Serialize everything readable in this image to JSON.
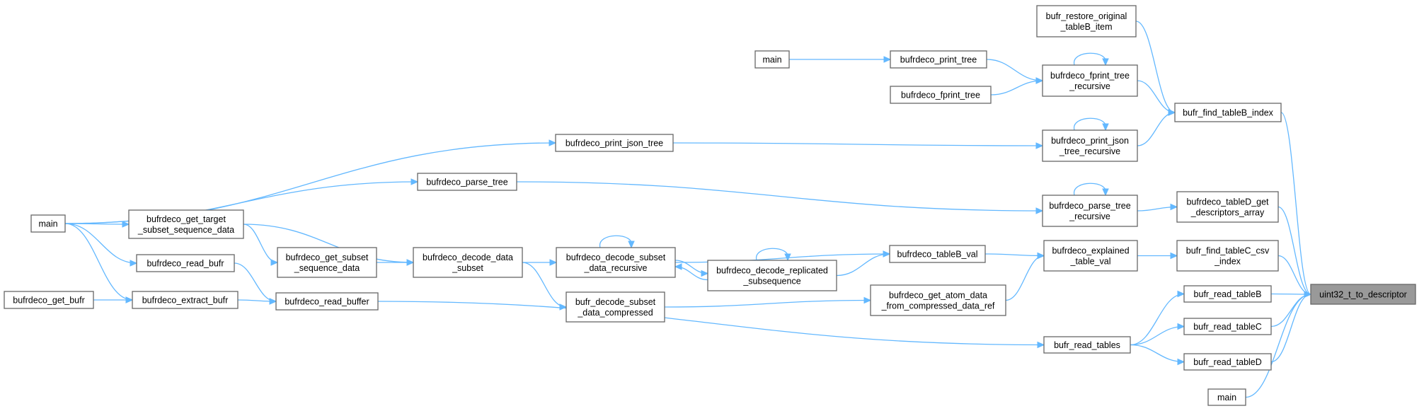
{
  "graph": {
    "colors": {
      "edge": "#63b8ff",
      "node_border": "#666666",
      "root_fill": "#999999",
      "node_fill": "#ffffff"
    },
    "nodes": {
      "root": {
        "lines": [
          "uint32_t_to_descriptor"
        ]
      },
      "restore": {
        "lines": [
          "bufr_restore_original",
          "_tableB_item"
        ]
      },
      "main_top": {
        "lines": [
          "main"
        ]
      },
      "print_tree": {
        "lines": [
          "bufrdeco_print_tree"
        ]
      },
      "fprint_tree": {
        "lines": [
          "bufrdeco_fprint_tree"
        ]
      },
      "fprint_tree_rec": {
        "lines": [
          "bufrdeco_fprint_tree",
          "_recursive"
        ]
      },
      "find_tableB": {
        "lines": [
          "bufr_find_tableB_index"
        ]
      },
      "print_json": {
        "lines": [
          "bufrdeco_print_json_tree"
        ]
      },
      "print_json_rec": {
        "lines": [
          "bufrdeco_print_json",
          "_tree_recursive"
        ]
      },
      "parse_tree": {
        "lines": [
          "bufrdeco_parse_tree"
        ]
      },
      "parse_tree_rec": {
        "lines": [
          "bufrdeco_parse_tree",
          "_recursive"
        ]
      },
      "tableD_get": {
        "lines": [
          "bufrdeco_tableD_get",
          "_descriptors_array"
        ]
      },
      "main_left": {
        "lines": [
          "main"
        ]
      },
      "get_target": {
        "lines": [
          "bufrdeco_get_target",
          "_subset_sequence_data"
        ]
      },
      "decode_subset_rec": {
        "lines": [
          "bufrdeco_decode_subset",
          "_data_recursive"
        ]
      },
      "tableB_val": {
        "lines": [
          "bufrdeco_tableB_val"
        ]
      },
      "explained": {
        "lines": [
          "bufrdeco_explained",
          "_table_val"
        ]
      },
      "find_tableC": {
        "lines": [
          "bufr_find_tableC_csv",
          "_index"
        ]
      },
      "get_subset": {
        "lines": [
          "bufrdeco_get_subset",
          "_sequence_data"
        ]
      },
      "decode_data": {
        "lines": [
          "bufrdeco_decode_data",
          "_subset"
        ]
      },
      "decode_repl": {
        "lines": [
          "bufrdeco_decode_replicated",
          "_subsequence"
        ]
      },
      "read_bufr": {
        "lines": [
          "bufrdeco_read_bufr"
        ]
      },
      "get_bufr": {
        "lines": [
          "bufrdeco_get_bufr"
        ]
      },
      "extract_bufr": {
        "lines": [
          "bufrdeco_extract_bufr"
        ]
      },
      "read_buffer": {
        "lines": [
          "bufrdeco_read_buffer"
        ]
      },
      "decode_compressed": {
        "lines": [
          "bufr_decode_subset",
          "_data_compressed"
        ]
      },
      "get_atom": {
        "lines": [
          "bufrdeco_get_atom_data",
          "_from_compressed_data_ref"
        ]
      },
      "read_tableB": {
        "lines": [
          "bufr_read_tableB"
        ]
      },
      "read_tableC": {
        "lines": [
          "bufr_read_tableC"
        ]
      },
      "read_tables": {
        "lines": [
          "bufr_read_tables"
        ]
      },
      "read_tableD": {
        "lines": [
          "bufr_read_tableD"
        ]
      },
      "main_bottom": {
        "lines": [
          "main"
        ]
      }
    },
    "edges": [
      [
        "restore",
        "find_tableB"
      ],
      [
        "main_top",
        "print_tree"
      ],
      [
        "print_tree",
        "fprint_tree_rec"
      ],
      [
        "fprint_tree",
        "fprint_tree_rec"
      ],
      [
        "fprint_tree_rec",
        "fprint_tree_rec"
      ],
      [
        "fprint_tree_rec",
        "find_tableB"
      ],
      [
        "main_left",
        "print_json"
      ],
      [
        "print_json",
        "print_json_rec"
      ],
      [
        "print_json_rec",
        "print_json_rec"
      ],
      [
        "print_json_rec",
        "find_tableB"
      ],
      [
        "main_left",
        "parse_tree"
      ],
      [
        "parse_tree",
        "parse_tree_rec"
      ],
      [
        "parse_tree_rec",
        "parse_tree_rec"
      ],
      [
        "parse_tree_rec",
        "tableD_get"
      ],
      [
        "main_left",
        "get_target"
      ],
      [
        "get_target",
        "get_subset"
      ],
      [
        "get_target",
        "decode_data"
      ],
      [
        "get_subset",
        "decode_data"
      ],
      [
        "decode_data",
        "decode_subset_rec"
      ],
      [
        "decode_data",
        "decode_compressed"
      ],
      [
        "decode_subset_rec",
        "decode_subset_rec"
      ],
      [
        "decode_subset_rec",
        "decode_repl"
      ],
      [
        "decode_repl",
        "decode_subset_rec"
      ],
      [
        "decode_repl",
        "decode_repl"
      ],
      [
        "decode_subset_rec",
        "tableB_val"
      ],
      [
        "decode_repl",
        "tableB_val"
      ],
      [
        "tableB_val",
        "explained"
      ],
      [
        "decode_compressed",
        "get_atom"
      ],
      [
        "get_atom",
        "explained"
      ],
      [
        "explained",
        "find_tableC"
      ],
      [
        "main_left",
        "read_bufr"
      ],
      [
        "main_left",
        "extract_bufr"
      ],
      [
        "get_bufr",
        "extract_bufr"
      ],
      [
        "extract_bufr",
        "read_buffer"
      ],
      [
        "read_bufr",
        "read_buffer"
      ],
      [
        "read_buffer",
        "read_tables"
      ],
      [
        "read_tables",
        "read_tableB"
      ],
      [
        "read_tables",
        "read_tableC"
      ],
      [
        "read_tables",
        "read_tableD"
      ],
      [
        "find_tableB",
        "root"
      ],
      [
        "tableD_get",
        "root"
      ],
      [
        "find_tableC",
        "root"
      ],
      [
        "read_tableB",
        "root"
      ],
      [
        "read_tableC",
        "root"
      ],
      [
        "read_tableD",
        "root"
      ],
      [
        "main_bottom",
        "root"
      ]
    ]
  }
}
